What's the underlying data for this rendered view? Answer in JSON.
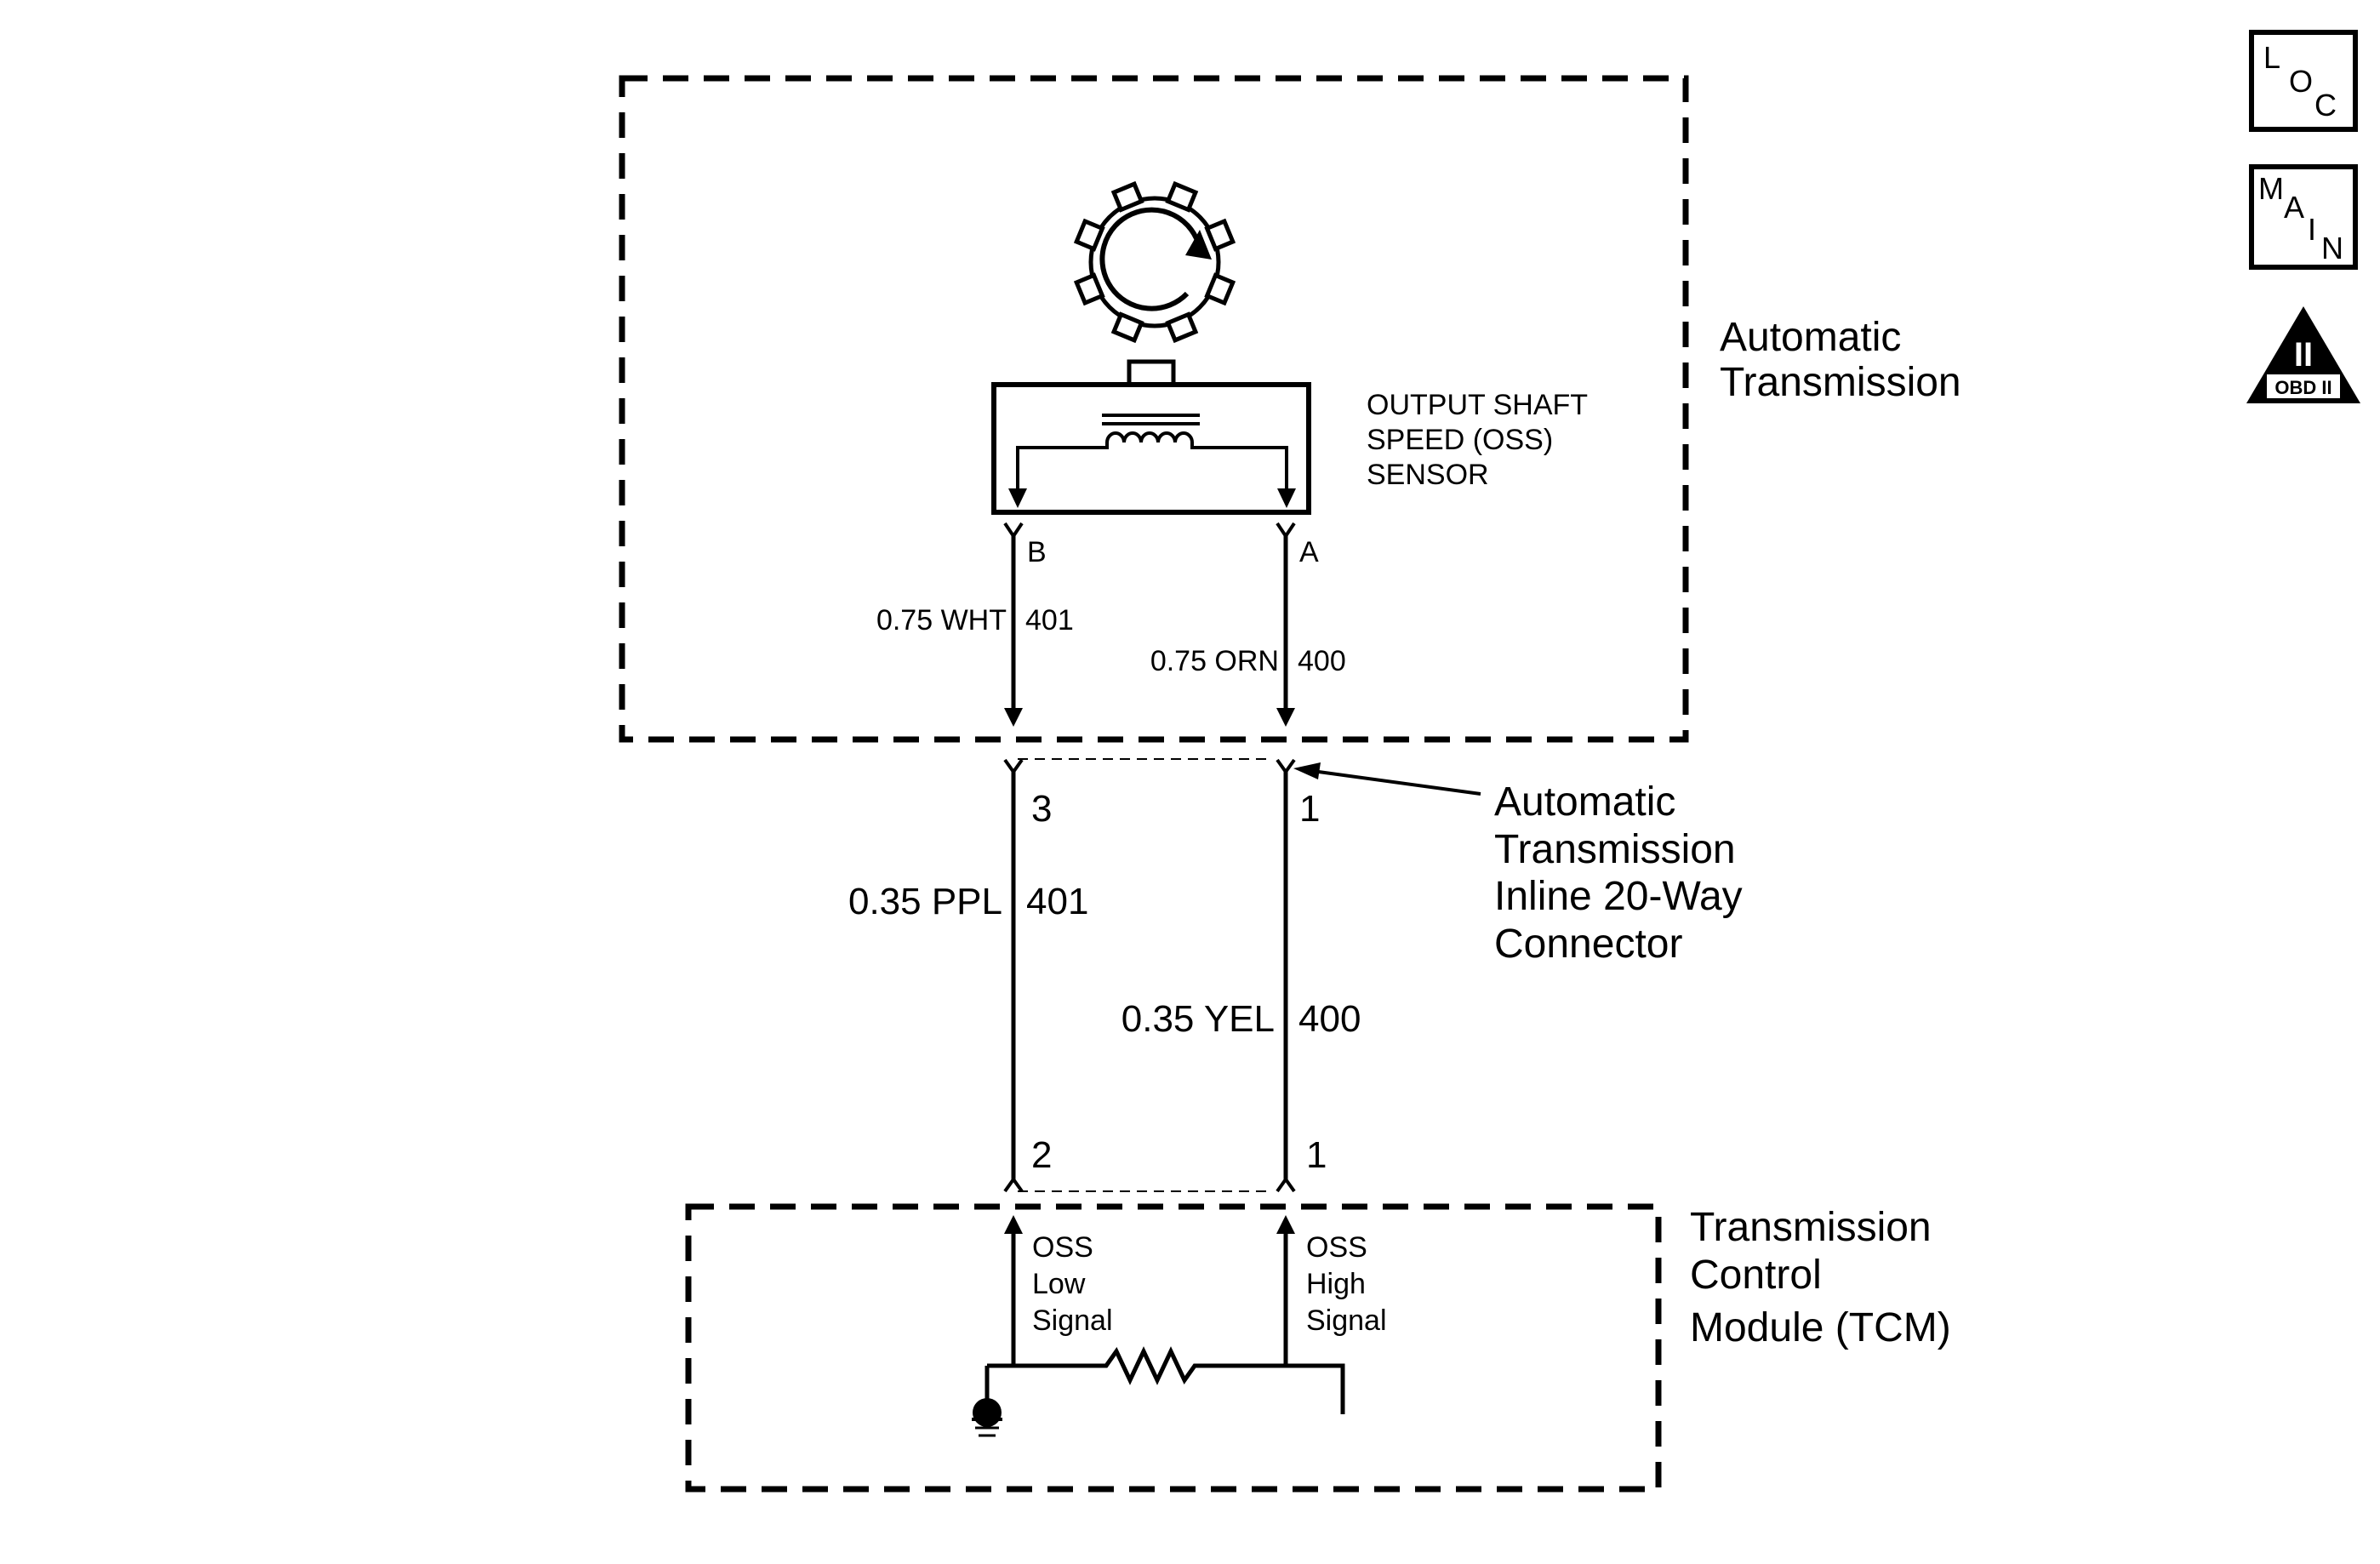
{
  "side_icons": {
    "loc": [
      "L",
      "O",
      "C"
    ],
    "main": [
      "M",
      "A",
      "I",
      "N"
    ],
    "obd": {
      "numeral": "II",
      "label": "OBD II"
    }
  },
  "components": {
    "automatic_transmission": [
      "Automatic",
      "Transmission"
    ],
    "oss_sensor": [
      "OUTPUT SHAFT",
      "SPEED (OSS)",
      "SENSOR"
    ],
    "inline_connector": [
      "Automatic",
      "Transmission",
      "Inline 20-Way",
      "Connector"
    ],
    "tcm": [
      "Transmission",
      "Control",
      "Module (TCM)"
    ]
  },
  "sensor_pins": {
    "left": "B",
    "right": "A"
  },
  "connector_pins": {
    "top_left": "3",
    "top_right": "1",
    "bottom_left": "2",
    "bottom_right": "1"
  },
  "wires": {
    "upper_left": {
      "gauge_color": "0.75 WHT",
      "circuit": "401"
    },
    "upper_right": {
      "gauge_color": "0.75 ORN",
      "circuit": "400"
    },
    "lower_left": {
      "gauge_color": "0.35 PPL",
      "circuit": "401"
    },
    "lower_right": {
      "gauge_color": "0.35 YEL",
      "circuit": "400"
    }
  },
  "tcm_inputs": {
    "low": [
      "OSS",
      "Low",
      "Signal"
    ],
    "high": [
      "OSS",
      "High",
      "Signal"
    ]
  }
}
